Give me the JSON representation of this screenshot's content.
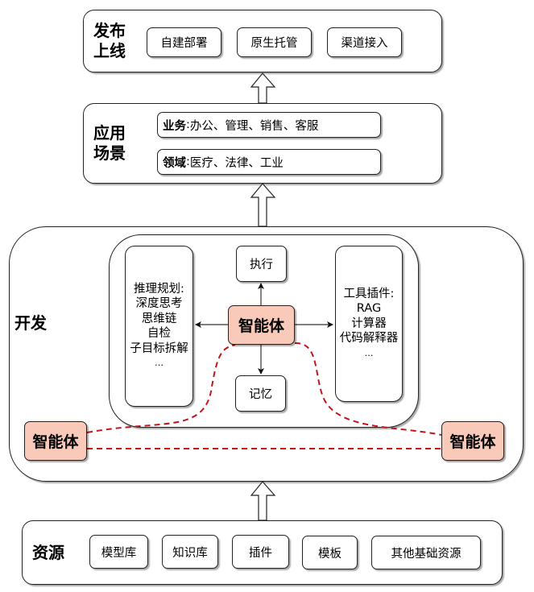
{
  "layers": {
    "deploy": {
      "label_line1": "发布",
      "label_line2": "上线",
      "items": [
        "自建部署",
        "原生托管",
        "渠道接入"
      ]
    },
    "scenario": {
      "label_line1": "应用",
      "label_line2": "场景",
      "business": {
        "key": "业务",
        "sep": ":",
        "value": " 办公、管理、销售、客服"
      },
      "domain": {
        "key": "领域",
        "sep": ":",
        "value": " 医疗、法律、工业"
      }
    },
    "develop": {
      "label": "开发",
      "reasoning": {
        "title": "推理规划:",
        "items": [
          "深度思考",
          "思维链",
          "自检",
          "子目标拆解",
          "…"
        ]
      },
      "tools": {
        "title": "工具插件:",
        "items": [
          "RAG",
          "计算器",
          "代码解释器",
          "…"
        ]
      },
      "execute": "执行",
      "memory": "记忆",
      "agent_center": "智能体",
      "agent_left": "智能体",
      "agent_right": "智能体"
    },
    "resources": {
      "label": "资源",
      "items": [
        "模型库",
        "知识库",
        "插件",
        "模板",
        "其他基础资源"
      ]
    }
  },
  "colors": {
    "agent_fill": "#f9c9b9",
    "dashed_link": "#c0161c",
    "border": "#222222"
  }
}
